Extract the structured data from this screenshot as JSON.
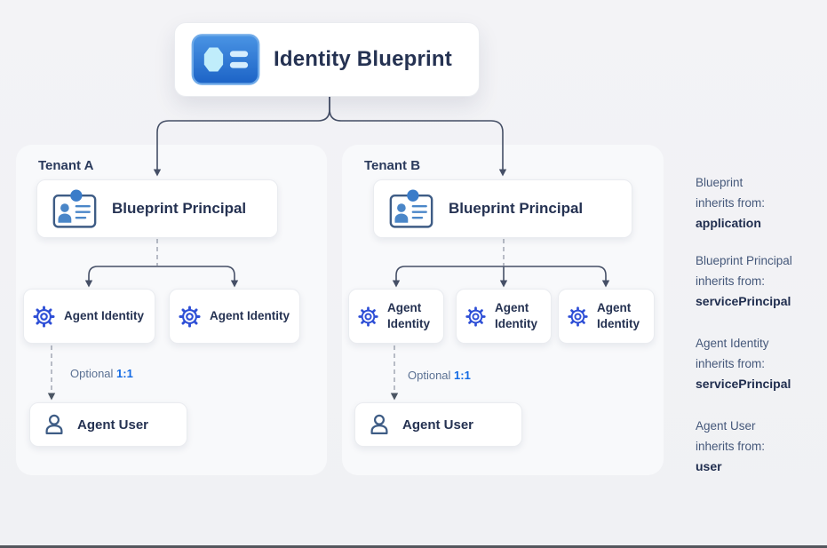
{
  "root": {
    "title": "Identity Blueprint",
    "icon": "id-card-icon"
  },
  "tenants": [
    {
      "label": "Tenant A",
      "principal": {
        "label": "Blueprint Principal",
        "icon": "id-badge-icon"
      },
      "agents": [
        {
          "label": "Agent Identity",
          "icon": "gear-icon"
        },
        {
          "label": "Agent Identity",
          "icon": "gear-icon"
        }
      ],
      "optional": {
        "label": "Optional",
        "ratio": "1:1"
      },
      "user": {
        "label": "Agent User",
        "icon": "person-icon"
      }
    },
    {
      "label": "Tenant B",
      "principal": {
        "label": "Blueprint Principal",
        "icon": "id-badge-icon"
      },
      "agents": [
        {
          "label": "Agent Identity",
          "icon": "gear-icon"
        },
        {
          "label": "Agent Identity",
          "icon": "gear-icon"
        },
        {
          "label": "Agent Identity",
          "icon": "gear-icon"
        }
      ],
      "optional": {
        "label": "Optional",
        "ratio": "1:1"
      },
      "user": {
        "label": "Agent User",
        "icon": "person-icon"
      }
    }
  ],
  "legend": [
    {
      "entity": "Blueprint",
      "relation": "inherits from:",
      "inherits": "application"
    },
    {
      "entity": "Blueprint Principal",
      "relation": "inherits from:",
      "inherits": "servicePrincipal"
    },
    {
      "entity": "Agent Identity",
      "relation": "inherits from:",
      "inherits": "servicePrincipal"
    },
    {
      "entity": "Agent User",
      "relation": "inherits from:",
      "inherits": "user"
    }
  ],
  "colors": {
    "accent_blue": "#1c63c6",
    "gear_blue": "#2e4fd6",
    "link_blue": "#146be4",
    "navy_text": "#253252",
    "slate_text": "#45587a",
    "connector": "#454f66",
    "dashed": "#a2a8b4"
  }
}
